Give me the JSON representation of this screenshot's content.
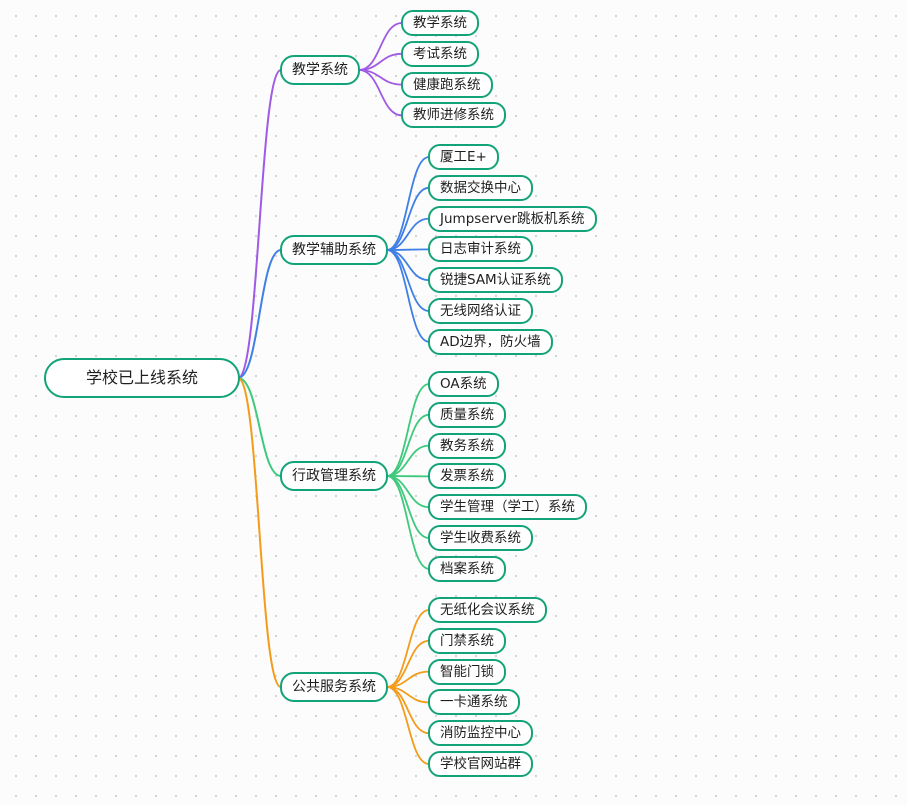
{
  "mindmap": {
    "root": "学校已上线系统",
    "node_border_color": "#13a378",
    "branches": [
      {
        "label": "教学系统",
        "color": "#a05ae6",
        "children": [
          "教学系统",
          "考试系统",
          "健康跑系统",
          "教师进修系统"
        ]
      },
      {
        "label": "教学辅助系统",
        "color": "#3f7fe6",
        "children": [
          "厦工E+",
          "数据交换中心",
          "Jumpserver跳板机系统",
          "日志审计系统",
          "锐捷SAM认证系统",
          "无线网络认证",
          "AD边界，防火墙"
        ]
      },
      {
        "label": "行政管理系统",
        "color": "#3ec97d",
        "children": [
          "OA系统",
          "质量系统",
          "教务系统",
          "发票系统",
          "学生管理（学工）系统",
          "学生收费系统",
          "档案系统"
        ]
      },
      {
        "label": "公共服务系统",
        "color": "#f39c1b",
        "children": [
          "无纸化会议系统",
          "门禁系统",
          "智能门锁",
          "一卡通系统",
          "消防监控中心",
          "学校官网站群"
        ]
      }
    ]
  }
}
